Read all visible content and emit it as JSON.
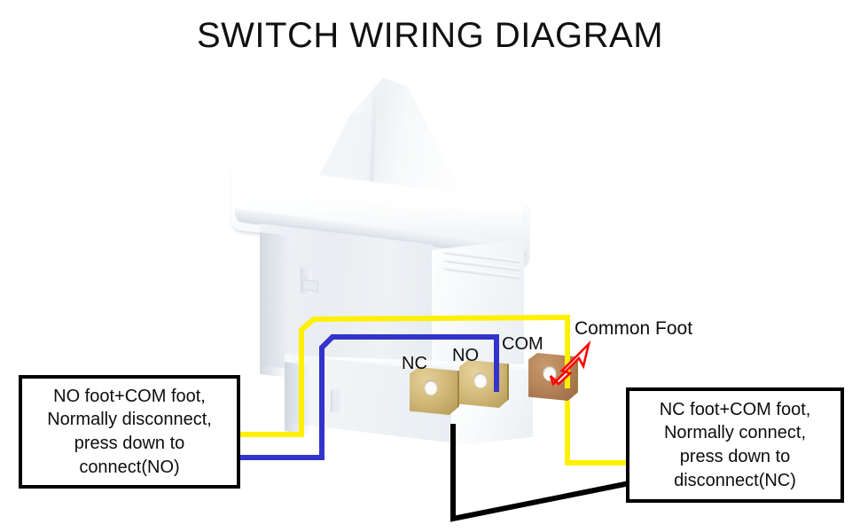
{
  "diagram": {
    "title": "SWITCH WIRING DIAGRAM",
    "device": "white-rocker-switch",
    "terminals": [
      {
        "id": "nc",
        "label": "NC",
        "wire_color_name": "black",
        "wire_color": "#000000"
      },
      {
        "id": "no",
        "label": "NO",
        "wire_color_name": "blue",
        "wire_color": "#3333CC"
      },
      {
        "id": "com",
        "label": "COM",
        "wire_color_name": "yellow",
        "wire_color": "#FFF000"
      }
    ],
    "annotations": {
      "common_foot": {
        "label": "Common Foot",
        "arrow_color": "#FF0000",
        "points_to": "com"
      }
    },
    "callouts": {
      "left": {
        "lines": [
          "NO foot+COM foot,",
          "Normally disconnect,",
          "press down to",
          "connect(NO)"
        ],
        "wires": [
          "yellow",
          "blue"
        ]
      },
      "right": {
        "lines": [
          "NC foot+COM foot,",
          "Normally connect,",
          "press down to",
          "disconnect(NC)"
        ],
        "wires": [
          "yellow",
          "black"
        ]
      }
    },
    "colors": {
      "background": "#FFFFFF",
      "text": "#0D0D0D",
      "border": "#000000",
      "yellow_wire": "#FFF000",
      "blue_wire": "#3333CC",
      "black_wire": "#000000",
      "red_arrow": "#FF0000",
      "brass": "#D3BB7C",
      "copper": "#B8875C"
    }
  }
}
